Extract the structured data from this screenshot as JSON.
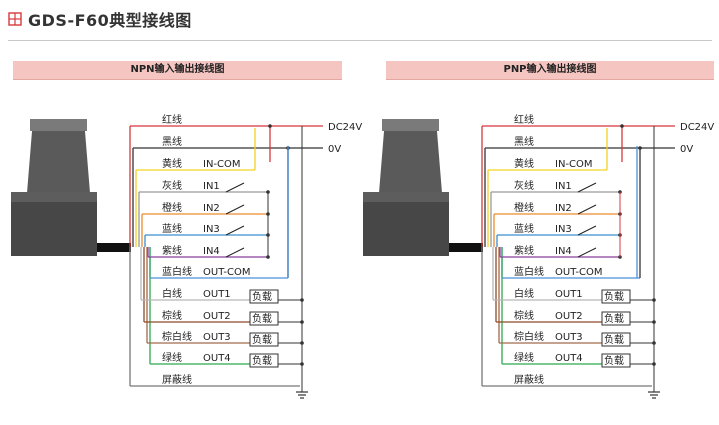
{
  "title": "GDS-F60典型接线图",
  "colors": {
    "red": "#d8383c",
    "black": "#333333",
    "yellow": "#f2d323",
    "gray": "#9a9a9a",
    "orange": "#ee8a2c",
    "blue": "#3a8fd0",
    "purple": "#8a3f9c",
    "white_blue": "#4a90d9",
    "white": "#b8b8b8",
    "brown": "#8b4a2a",
    "brown_white": "#a06a4a",
    "green": "#2fa84f",
    "shield": "#777777",
    "banner": "#f5c5c1"
  },
  "panels": [
    {
      "heading": "NPN输入输出接线图",
      "rails": [
        "DC24V",
        "0V"
      ],
      "wires": [
        {
          "label": "红线",
          "port": "",
          "color": "red"
        },
        {
          "label": "黑线",
          "port": "",
          "color": "black"
        },
        {
          "label": "黄线",
          "port": "IN-COM",
          "color": "yellow"
        },
        {
          "label": "灰线",
          "port": "IN1",
          "color": "gray"
        },
        {
          "label": "橙线",
          "port": "IN2",
          "color": "orange"
        },
        {
          "label": "蓝线",
          "port": "IN3",
          "color": "blue"
        },
        {
          "label": "紫线",
          "port": "IN4",
          "color": "purple"
        },
        {
          "label": "蓝白线",
          "port": "OUT-COM",
          "color": "white_blue"
        },
        {
          "label": "白线",
          "port": "OUT1",
          "color": "white",
          "load": "负载"
        },
        {
          "label": "棕线",
          "port": "OUT2",
          "color": "brown",
          "load": "负载"
        },
        {
          "label": "棕白线",
          "port": "OUT3",
          "color": "brown_white",
          "load": "负载"
        },
        {
          "label": "绿线",
          "port": "OUT4",
          "color": "green",
          "load": "负载"
        },
        {
          "label": "屏蔽线",
          "port": "",
          "color": "shield"
        }
      ]
    },
    {
      "heading": "PNP输入输出接线图",
      "rails": [
        "DC24V",
        "0V"
      ],
      "wires": [
        {
          "label": "红线",
          "port": "",
          "color": "red"
        },
        {
          "label": "黑线",
          "port": "",
          "color": "black"
        },
        {
          "label": "黄线",
          "port": "IN-COM",
          "color": "yellow"
        },
        {
          "label": "灰线",
          "port": "IN1",
          "color": "gray"
        },
        {
          "label": "橙线",
          "port": "IN2",
          "color": "orange"
        },
        {
          "label": "蓝线",
          "port": "IN3",
          "color": "blue"
        },
        {
          "label": "紫线",
          "port": "IN4",
          "color": "purple"
        },
        {
          "label": "蓝白线",
          "port": "OUT-COM",
          "color": "white_blue"
        },
        {
          "label": "白线",
          "port": "OUT1",
          "color": "white",
          "load": "负载"
        },
        {
          "label": "棕线",
          "port": "OUT2",
          "color": "brown",
          "load": "负载"
        },
        {
          "label": "棕白线",
          "port": "OUT3",
          "color": "brown_white",
          "load": "负载"
        },
        {
          "label": "绿线",
          "port": "OUT4",
          "color": "green",
          "load": "负载"
        },
        {
          "label": "屏蔽线",
          "port": "",
          "color": "shield"
        }
      ]
    }
  ]
}
